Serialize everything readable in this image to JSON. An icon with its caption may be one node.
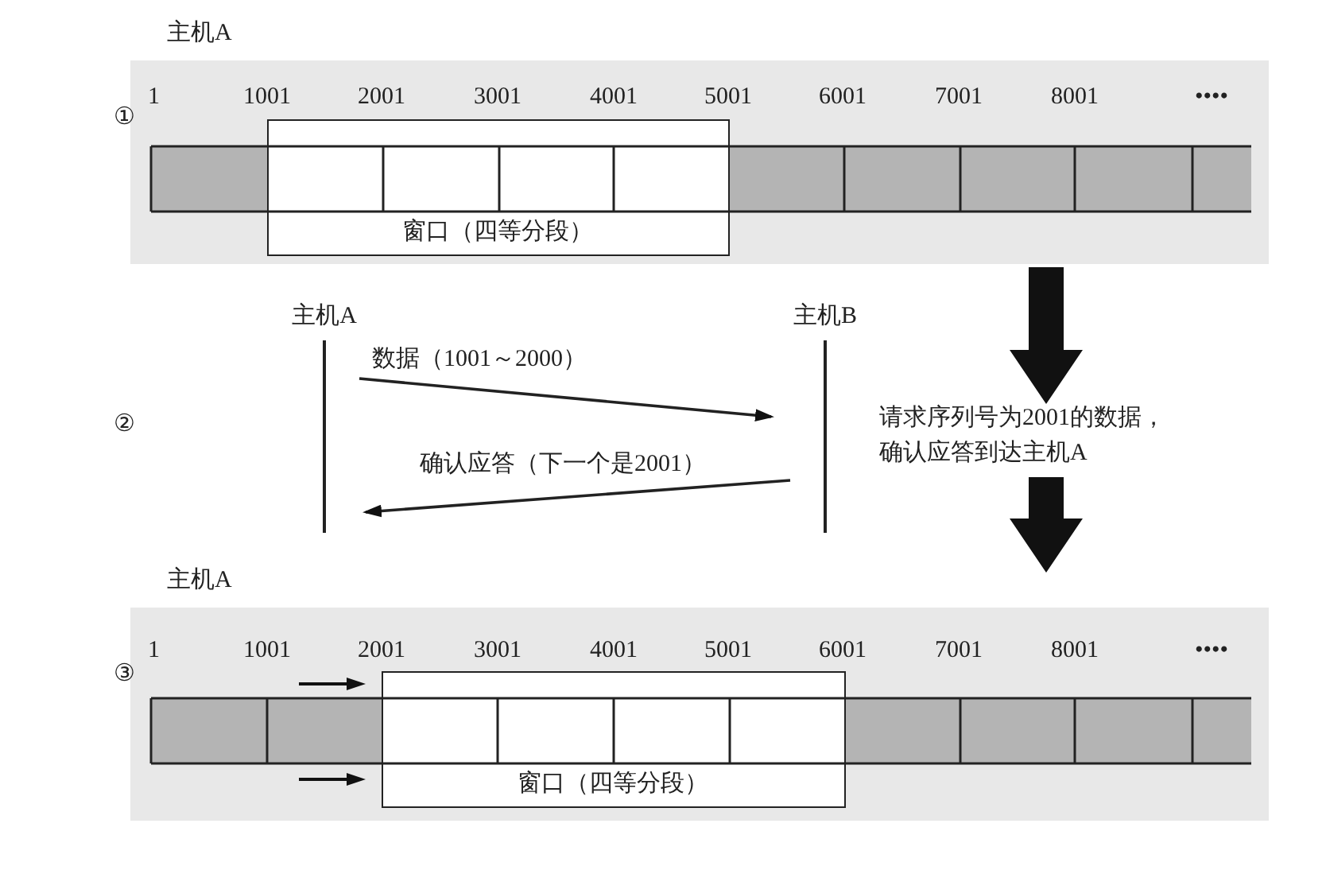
{
  "diagram": {
    "nodes": [
      {
        "text": [
          "主机A"
        ]
      },
      {
        "text": [
          "窗口（四等分段）"
        ],
        "in": 0
      },
      {
        "text": [
          "主机A"
        ]
      },
      {
        "text": [
          "主机B"
        ]
      },
      {
        "text": [
          "主机A"
        ]
      },
      {
        "text": [
          "窗口（四等分段）"
        ],
        "in": 4
      },
      {
        "text": [
          "请求序列号为2001的数据，确认应答到达主机A"
        ]
      }
    ],
    "edges": [
      {
        "from": 2,
        "to": 3,
        "arrow": "to",
        "label": "数据（1001～2000）"
      },
      {
        "from": 3,
        "to": 2,
        "arrow": "to",
        "label": "确认应答（下一个是2001）"
      },
      {
        "from": 0,
        "to": 6,
        "arrow": "to",
        "style": "thick"
      },
      {
        "from": 6,
        "to": 4,
        "arrow": "to",
        "style": "thick"
      }
    ],
    "labels": [
      "①",
      "1",
      "1001",
      "2001",
      "3001",
      "4001",
      "5001",
      "6001",
      "7001",
      "8001",
      "••••",
      "②",
      "③",
      "1",
      "1001",
      "2001",
      "3001",
      "4001",
      "5001",
      "6001",
      "7001",
      "8001",
      "••••"
    ]
  }
}
